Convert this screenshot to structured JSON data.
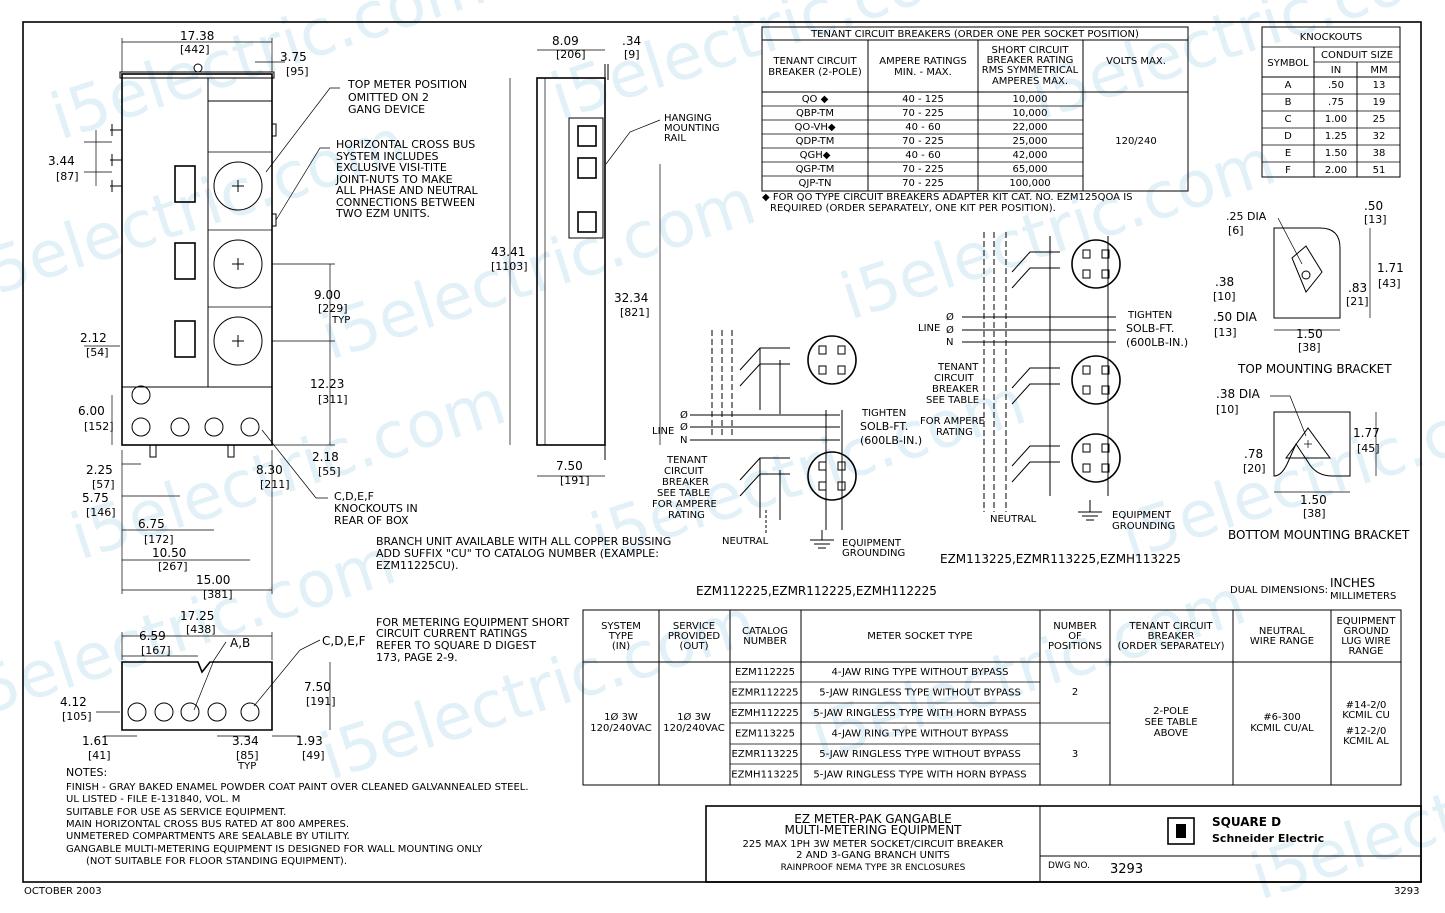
{
  "watermark": "i5electric.com",
  "date": "OCTOBER 2003",
  "sheet_number": "3293",
  "dims": {
    "width_1738": "17.38",
    "width_1738_mm": "[442]",
    "d_375": "3.75",
    "d_375_mm": "[95]",
    "d_344": "3.44",
    "d_344_mm": "[87]",
    "d_900": "9.00",
    "d_900_mm": "[229]",
    "typ": "TYP",
    "d_212": "2.12",
    "d_212_mm": "[54]",
    "d_1223": "12.23",
    "d_1223_mm": "[311]",
    "d_600": "6.00",
    "d_600_mm": "[152]",
    "d_218": "2.18",
    "d_218_mm": "[55]",
    "d_225": "2.25",
    "d_225_mm": "[57]",
    "d_830": "8.30",
    "d_830_mm": "[211]",
    "d_575": "5.75",
    "d_575_mm": "[146]",
    "d_675": "6.75",
    "d_675_mm": "[172]",
    "d_1050": "10.50",
    "d_1050_mm": "[267]",
    "d_1500": "15.00",
    "d_1500_mm": "[381]",
    "d_809": "8.09",
    "d_809_mm": "[206]",
    "d_034": ".34",
    "d_034_mm": "[9]",
    "d_4341": "43.41",
    "d_4341_mm": "[1103]",
    "d_3234": "32.34",
    "d_3234_mm": "[821]",
    "d_750": "7.50",
    "d_750_mm": "[191]",
    "b_1725": "17.25",
    "b_1725_mm": "[438]",
    "b_659": "6.59",
    "b_659_mm": "[167]",
    "b_ab": "A,B",
    "b_cdef": "C,D,E,F",
    "b_750": "7.50",
    "b_750_mm": "[191]",
    "b_412": "4.12",
    "b_412_mm": "[105]",
    "b_161": "1.61",
    "b_161_mm": "[41]",
    "b_334": "3.34",
    "b_334_mm": "[85]",
    "b_typ": "TYP",
    "b_193": "1.93",
    "b_193_mm": "[49]"
  },
  "callouts": {
    "top_meter": [
      "TOP METER POSITION",
      "OMITTED ON 2",
      "GANG DEVICE"
    ],
    "cross_bus": [
      "HORIZONTAL CROSS BUS",
      "SYSTEM INCLUDES",
      "EXCLUSIVE VISI-TITE",
      "JOINT-NUTS TO MAKE",
      "ALL PHASE AND NEUTRAL",
      "CONNECTIONS BETWEEN",
      "TWO EZM UNITS."
    ],
    "knockouts": [
      "C,D,E,F",
      "KNOCKOUTS IN",
      "REAR OF BOX"
    ],
    "hanging": [
      "HANGING",
      "MOUNTING",
      "RAIL"
    ],
    "branch": [
      "BRANCH UNIT AVAILABLE WITH ALL COPPER BUSSING",
      "ADD SUFFIX \"CU\" TO CATALOG NUMBER (EXAMPLE:",
      "EZM11225CU)."
    ],
    "metering": [
      "FOR METERING EQUIPMENT SHORT",
      "CIRCUIT CURRENT RATINGS",
      "REFER TO SQUARE D DIGEST",
      "173, PAGE 2-9."
    ]
  },
  "notes": {
    "heading": "NOTES:",
    "lines": [
      "FINISH - GRAY BAKED ENAMEL POWDER COAT PAINT OVER CLEANED GALVANNEALED STEEL.",
      "UL LISTED - FILE E-131840, VOL. M",
      "SUITABLE FOR USE AS SERVICE EQUIPMENT.",
      "MAIN HORIZONTAL CROSS BUS RATED AT 800 AMPERES.",
      "UNMETERED COMPARTMENTS ARE SEALABLE BY UTILITY.",
      "GANGABLE MULTI-METERING EQUIPMENT IS DESIGNED FOR WALL MOUNTING ONLY",
      "(NOT SUITABLE FOR FLOOR STANDING EQUIPMENT)."
    ]
  },
  "breaker_table": {
    "title": "TENANT CIRCUIT BREAKERS (ORDER ONE PER SOCKET POSITION)",
    "h1": [
      "TENANT CIRCUIT",
      "BREAKER (2-POLE)"
    ],
    "h2": [
      "AMPERE RATINGS",
      "MIN. - MAX."
    ],
    "h3": [
      "SHORT CIRCUIT",
      "BREAKER RATING",
      "RMS SYMMETRICAL",
      "AMPERES MAX."
    ],
    "h4": "VOLTS MAX.",
    "rows": [
      [
        "QO ◆",
        "40 - 125",
        "10,000"
      ],
      [
        "QBP-TM",
        "70 - 225",
        "10,000"
      ],
      [
        "QO-VH◆",
        "40 - 60",
        "22,000"
      ],
      [
        "QDP-TM",
        "70 - 225",
        "25,000"
      ],
      [
        "QGH◆",
        "40 - 60",
        "42,000"
      ],
      [
        "QGP-TM",
        "70 - 225",
        "65,000"
      ],
      [
        "QJP-TN",
        "70 - 225",
        "100,000"
      ]
    ],
    "volts": "120/240",
    "footnote": [
      "◆ FOR QO TYPE CIRCUIT BREAKERS ADAPTER KIT CAT. NO. EZM125QOA IS",
      "REQUIRED (ORDER SEPARATELY, ONE KIT PER POSITION)."
    ]
  },
  "knockout_table": {
    "title": "KNOCKOUTS",
    "col_symbol": "SYMBOL",
    "col_conduit": "CONDUIT SIZE",
    "col_in": "IN",
    "col_mm": "MM",
    "rows": [
      [
        "A",
        ".50",
        "13"
      ],
      [
        "B",
        ".75",
        "19"
      ],
      [
        "C",
        "1.00",
        "25"
      ],
      [
        "D",
        "1.25",
        "32"
      ],
      [
        "E",
        "1.50",
        "38"
      ],
      [
        "F",
        "2.00",
        "51"
      ]
    ]
  },
  "brackets": {
    "top_title": "TOP MOUNTING BRACKET",
    "top": {
      "d25": ".25 DIA",
      "d25mm": "[6]",
      "d50": ".50",
      "d50mm": "[13]",
      "d38": ".38",
      "d38mm": "[10]",
      "d83": ".83",
      "d83mm": "[21]",
      "d171": "1.71",
      "d171mm": "[43]",
      "d50dia": ".50 DIA",
      "d50diamm": "[13]",
      "d150": "1.50",
      "d150mm": "[38]"
    },
    "bottom_title": "BOTTOM MOUNTING BRACKET",
    "bottom": {
      "d38": ".38 DIA",
      "d38mm": "[10]",
      "d78": ".78",
      "d78mm": "[20]",
      "d177": "1.77",
      "d177mm": "[45]",
      "d150": "1.50",
      "d150mm": "[38]"
    }
  },
  "wiring": {
    "left_caption": "EZM112225,EZMR112225,EZMH112225",
    "right_caption": "EZM113225,EZMR113225,EZMH113225",
    "line": "LINE",
    "phi": "Ø",
    "n": "N",
    "neutral": "NEUTRAL",
    "tighten": [
      "TIGHTEN",
      "SOLB-FT.",
      "(600LB-IN.)"
    ],
    "tenant": [
      "TENANT",
      "CIRCUIT",
      "BREAKER",
      "SEE TABLE",
      "FOR AMPERE",
      "RATING"
    ],
    "ground": [
      "EQUIPMENT",
      "GROUNDING"
    ]
  },
  "dual_dim": {
    "label": "DUAL DIMENSIONS:",
    "inches": "INCHES",
    "mm": "MILLIMETERS"
  },
  "product_table": {
    "headers": [
      [
        "SYSTEM",
        "TYPE",
        "(IN)"
      ],
      [
        "SERVICE",
        "PROVIDED",
        "(OUT)"
      ],
      [
        "CATALOG",
        "NUMBER"
      ],
      [
        "METER SOCKET TYPE"
      ],
      [
        "NUMBER",
        "OF",
        "POSITIONS"
      ],
      [
        "TENANT CIRCUIT",
        "BREAKER",
        "(ORDER SEPARATELY)"
      ],
      [
        "NEUTRAL",
        "WIRE RANGE"
      ],
      [
        "EQUIPMENT",
        "GROUND",
        "LUG WIRE",
        "RANGE"
      ]
    ],
    "system": [
      "1Ø 3W",
      "120/240VAC"
    ],
    "service": [
      "1Ø 3W",
      "120/240VAC"
    ],
    "rows": [
      [
        "EZM112225",
        "4-JAW RING TYPE WITHOUT BYPASS"
      ],
      [
        "EZMR112225",
        "5-JAW RINGLESS TYPE WITHOUT BYPASS"
      ],
      [
        "EZMH112225",
        "5-JAW RINGLESS TYPE WITH HORN BYPASS"
      ],
      [
        "EZM113225",
        "4-JAW RING TYPE WITHOUT BYPASS"
      ],
      [
        "EZMR113225",
        "5-JAW RINGLESS TYPE WITHOUT BYPASS"
      ],
      [
        "EZMH113225",
        "5-JAW RINGLESS TYPE WITH HORN BYPASS"
      ]
    ],
    "positions": [
      "2",
      "3"
    ],
    "breaker": [
      "2-POLE",
      "SEE TABLE",
      "ABOVE"
    ],
    "neutral": [
      "#6-300",
      "KCMIL CU/AL"
    ],
    "ground": [
      "#14-2/0",
      "KCMIL CU",
      "#12-2/0",
      "KCMIL AL"
    ]
  },
  "title_block": {
    "lines": [
      "EZ METER-PAK GANGABLE",
      "MULTI-METERING EQUIPMENT",
      "225 MAX 1PH 3W METER SOCKET/CIRCUIT BREAKER",
      "2 AND 3-GANG BRANCH UNITS",
      "RAINPROOF NEMA TYPE 3R ENCLOSURES"
    ],
    "brand": "SQUARE D",
    "sub_brand": "Schneider Electric",
    "dwg_label": "DWG NO.",
    "dwg_no": "3293"
  }
}
